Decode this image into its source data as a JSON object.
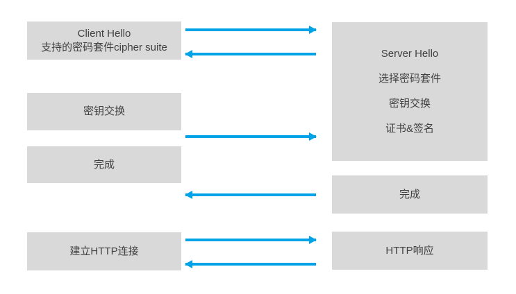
{
  "colors": {
    "bg": "#ffffff",
    "box-fill": "#d9d9d9",
    "text": "#404040",
    "arrow": "#00a3e8"
  },
  "left_column": [
    {
      "id": "client-hello",
      "lines": [
        "Client Hello",
        "支持的密码套件cipher suite"
      ]
    },
    {
      "id": "key-exchange",
      "lines": [
        "密钥交换"
      ]
    },
    {
      "id": "client-finished",
      "lines": [
        "完成"
      ]
    },
    {
      "id": "http-connect",
      "lines": [
        "建立HTTP连接"
      ]
    }
  ],
  "right_column": [
    {
      "id": "server-hello",
      "lines": [
        "Server Hello",
        "选择密码套件",
        "密钥交换",
        "证书&签名"
      ]
    },
    {
      "id": "server-finished",
      "lines": [
        "完成"
      ]
    },
    {
      "id": "http-response",
      "lines": [
        "HTTP响应"
      ]
    }
  ],
  "arrows": [
    {
      "id": "client-hello",
      "direction": "right",
      "from": "client-hello-box",
      "to": "server-hello-box"
    },
    {
      "id": "server-hello",
      "direction": "left",
      "from": "server-hello-box",
      "to": "client-hello-box"
    },
    {
      "id": "key-exchange",
      "direction": "right",
      "from": "key-exchange-box",
      "to": "server-hello-box"
    },
    {
      "id": "server-finished",
      "direction": "left",
      "from": "server-finished-box",
      "to": "client-side"
    },
    {
      "id": "http-request",
      "direction": "right",
      "from": "http-connect-box",
      "to": "http-response-box"
    },
    {
      "id": "http-response",
      "direction": "left",
      "from": "http-response-box",
      "to": "http-connect-box"
    }
  ]
}
